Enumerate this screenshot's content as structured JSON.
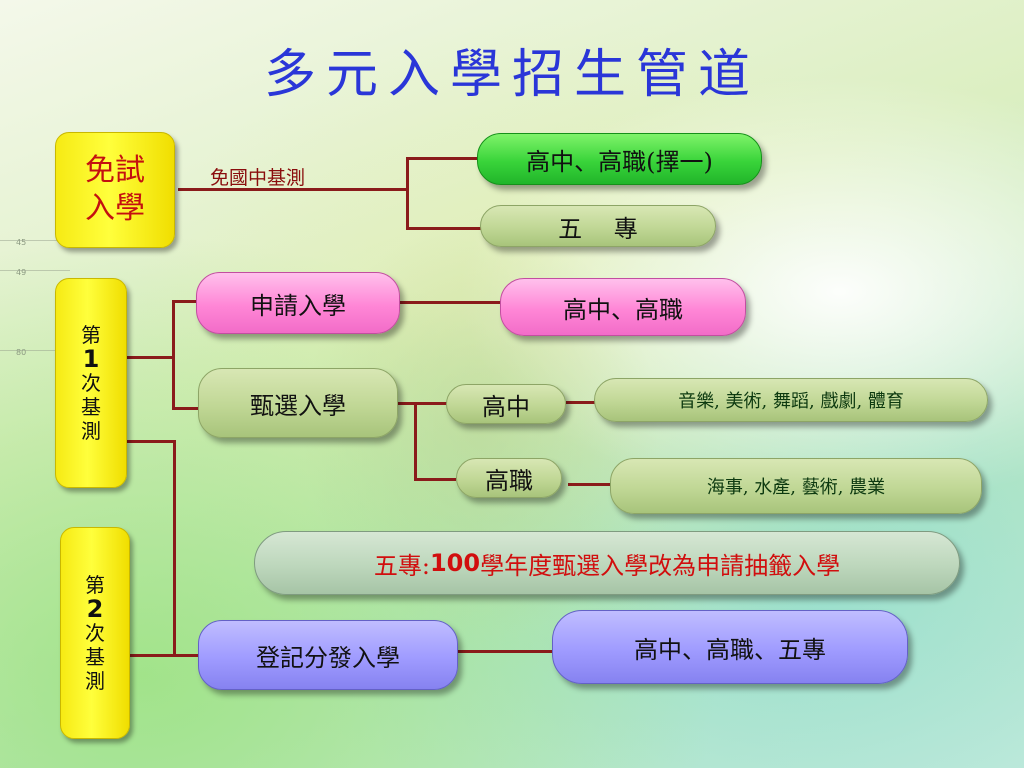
{
  "title": "多元入學招生管道",
  "background": {
    "ruler_marks": [
      "45",
      "49",
      "80"
    ]
  },
  "left_column": {
    "exam_free": {
      "line1": "免試",
      "line2": "入學"
    },
    "first_exam": {
      "line1": "第",
      "num": "1",
      "line3": "次",
      "line4": "基",
      "line5": "測"
    },
    "second_exam": {
      "line1": "第",
      "num": "2",
      "line3": "次",
      "line4": "基",
      "line5": "測"
    }
  },
  "exam_free_branch": {
    "label": "免國中基測",
    "targets": [
      "高中、高職(擇一)",
      "五　 專"
    ]
  },
  "apply": {
    "label": "申請入學",
    "target": "高中、高職"
  },
  "select": {
    "label": "甄選入學",
    "high_school": {
      "label": "高中",
      "subjects": "音樂, 美術, 舞蹈, 戲劇, 體育"
    },
    "vocational": {
      "label": "高職",
      "subjects": "海事, 水產, 藝術, 農業"
    }
  },
  "note": {
    "prefix": "五專:",
    "year": "100",
    "rest": "學年度甄選入學改為申請抽籤入學"
  },
  "register": {
    "label": "登記分發入學",
    "target": "高中、高職、五專"
  },
  "colors": {
    "title": "#2a36d8",
    "connector": "#8a1b1b",
    "yellow": "#f6ea14",
    "green": "#39d43a",
    "pink": "#ff86d6",
    "blue": "#9f9bff",
    "olive": "#c0d795"
  }
}
